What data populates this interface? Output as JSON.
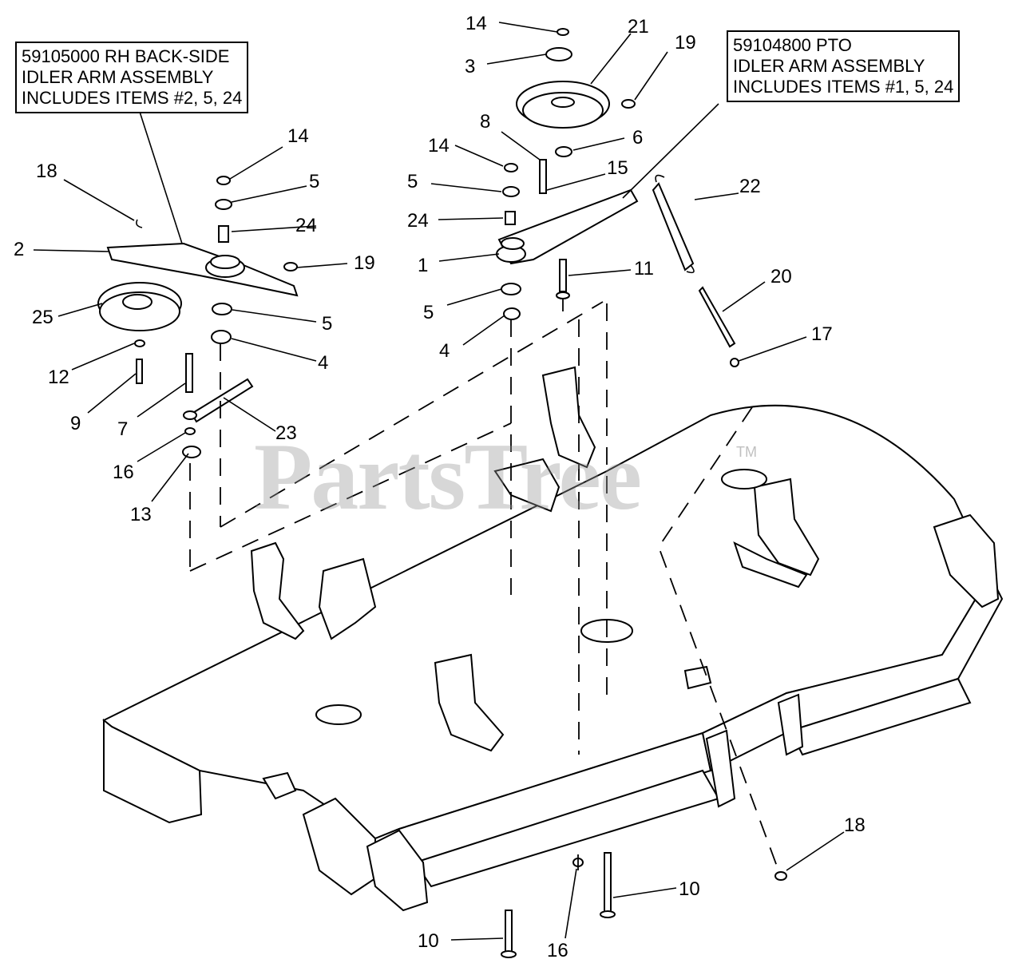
{
  "boxes": {
    "rh_backside": {
      "line1": "59105000 RH BACK-SIDE",
      "line2": "IDLER ARM ASSEMBLY",
      "line3": "INCLUDES ITEMS #2, 5, 24"
    },
    "pto": {
      "line1": "59104800 PTO",
      "line2": "IDLER ARM ASSEMBLY",
      "line3": "INCLUDES ITEMS #1, 5, 24"
    }
  },
  "watermark": {
    "text": "PartsTree",
    "tm": "TM"
  },
  "callouts": [
    {
      "id": "c14a",
      "label": "14"
    },
    {
      "id": "c3",
      "label": "3"
    },
    {
      "id": "c21",
      "label": "21"
    },
    {
      "id": "c19a",
      "label": "19"
    },
    {
      "id": "c8",
      "label": "8"
    },
    {
      "id": "c6",
      "label": "6"
    },
    {
      "id": "c14b",
      "label": "14"
    },
    {
      "id": "c15",
      "label": "15"
    },
    {
      "id": "c5a",
      "label": "5"
    },
    {
      "id": "c24a",
      "label": "24"
    },
    {
      "id": "c22",
      "label": "22"
    },
    {
      "id": "c1",
      "label": "1"
    },
    {
      "id": "c11",
      "label": "11"
    },
    {
      "id": "c20",
      "label": "20"
    },
    {
      "id": "c5b",
      "label": "5"
    },
    {
      "id": "c4a",
      "label": "4"
    },
    {
      "id": "c17",
      "label": "17"
    },
    {
      "id": "c14c",
      "label": "14"
    },
    {
      "id": "c18a",
      "label": "18"
    },
    {
      "id": "c5c",
      "label": "5"
    },
    {
      "id": "c24b",
      "label": "24"
    },
    {
      "id": "c2",
      "label": "2"
    },
    {
      "id": "c19b",
      "label": "19"
    },
    {
      "id": "c25",
      "label": "25"
    },
    {
      "id": "c5d",
      "label": "5"
    },
    {
      "id": "c4b",
      "label": "4"
    },
    {
      "id": "c12",
      "label": "12"
    },
    {
      "id": "c9",
      "label": "9"
    },
    {
      "id": "c7",
      "label": "7"
    },
    {
      "id": "c23",
      "label": "23"
    },
    {
      "id": "c16a",
      "label": "16"
    },
    {
      "id": "c13",
      "label": "13"
    },
    {
      "id": "c18b",
      "label": "18"
    },
    {
      "id": "c10a",
      "label": "10"
    },
    {
      "id": "c10b",
      "label": "10"
    },
    {
      "id": "c16b",
      "label": "16"
    }
  ]
}
